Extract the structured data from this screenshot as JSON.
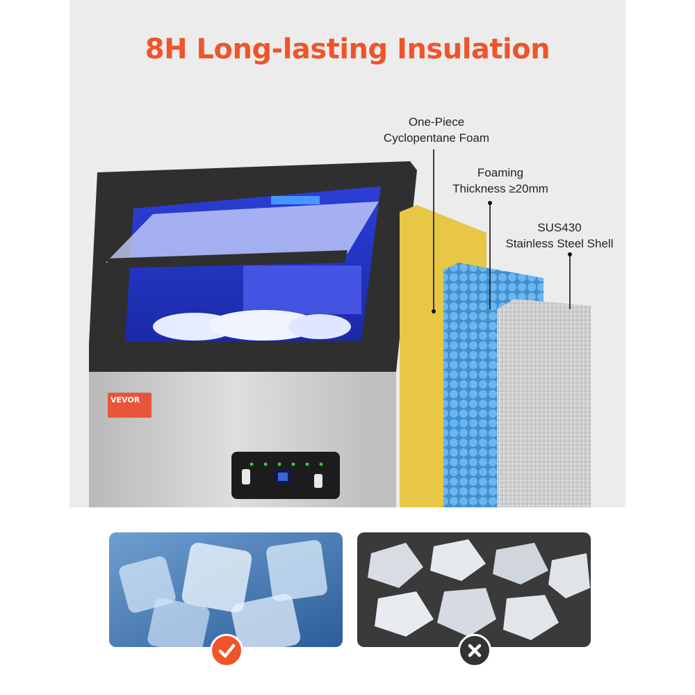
{
  "title": "8H Long-lasting Insulation",
  "callouts": [
    {
      "line1": "One-Piece",
      "line2": "Cyclopentane Foam"
    },
    {
      "line1": "Foaming",
      "line2": "Thickness ≥20mm"
    },
    {
      "line1": "SUS430",
      "line2": "Stainless Steel Shell"
    }
  ],
  "brand": {
    "logo": "VEVOR"
  },
  "comparison": [
    {
      "name": "ice-cubes",
      "badge_icon": "check-icon",
      "badge_color": "#f0542a"
    },
    {
      "name": "crushed-ice",
      "badge_icon": "x-icon",
      "badge_color": "#333333"
    }
  ],
  "colors": {
    "accent": "#f0542a",
    "foam": "#e8c646",
    "blue_layer": "#5aa6e0",
    "steel": "#c8c8c8"
  }
}
